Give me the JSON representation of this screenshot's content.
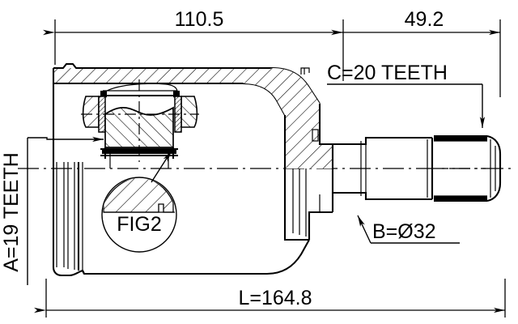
{
  "drawing": {
    "title": "CV Joint Inner Assembly Cross-Section",
    "type": "technical-engineering-drawing",
    "background_color": "#ffffff",
    "line_color": "#000000"
  },
  "dimensions": {
    "top_left": {
      "label": "110.5",
      "name": "housing-length-dimension",
      "unit": "mm"
    },
    "top_right": {
      "label": "49.2",
      "name": "shaft-stub-length-dimension",
      "unit": "mm"
    },
    "bottom": {
      "label": "L=164.8",
      "name": "overall-length-dimension",
      "unit": "mm"
    }
  },
  "callouts": {
    "spline_a": {
      "label": "A=19 TEETH",
      "name": "inner-spline-teeth-callout",
      "orientation": "vertical"
    },
    "spline_c": {
      "label": "C=20 TEETH",
      "name": "outer-spline-teeth-callout",
      "orientation": "horizontal"
    },
    "diameter_b": {
      "label": "B=Ø32",
      "name": "shaft-diameter-callout",
      "orientation": "horizontal"
    },
    "detail_fig": {
      "label": "FIG2",
      "name": "detail-view-fig2-label",
      "orientation": "horizontal"
    }
  },
  "chart_data": {
    "type": "table",
    "title": "CV Joint Inner Assembly Cross-Section",
    "categories": [
      "A",
      "B",
      "C",
      "L",
      "110.5",
      "49.2"
    ],
    "values": [
      19,
      32,
      20,
      164.8,
      110.5,
      49.2
    ],
    "annotations": [
      "A=19 TEETH",
      "B=Ø32",
      "C=20 TEETH",
      "L=164.8",
      "110.5",
      "49.2",
      "FIG2"
    ],
    "xlabel": "",
    "ylabel": "",
    "grid": false,
    "legend": "none"
  }
}
